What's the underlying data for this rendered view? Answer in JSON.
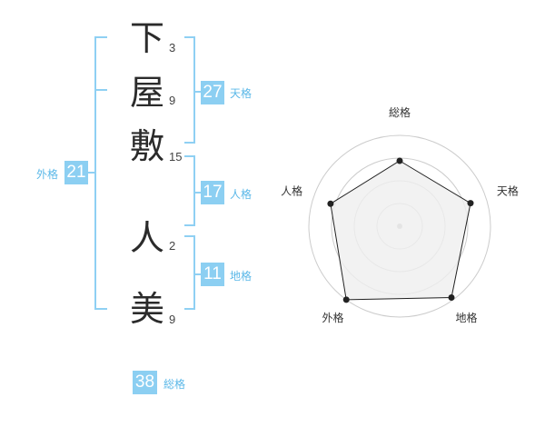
{
  "name": {
    "surname": [
      {
        "char": "下",
        "strokes": "3"
      },
      {
        "char": "屋",
        "strokes": "9"
      },
      {
        "char": "敷",
        "strokes": "15"
      }
    ],
    "given": [
      {
        "char": "人",
        "strokes": "2"
      },
      {
        "char": "美",
        "strokes": "9"
      }
    ]
  },
  "kaku": {
    "tenkaku": {
      "value": "27",
      "label": "天格"
    },
    "jinkaku": {
      "value": "17",
      "label": "人格"
    },
    "chikaku": {
      "value": "11",
      "label": "地格"
    },
    "gaikaku": {
      "value": "21",
      "label": "外格"
    },
    "soukaku": {
      "value": "38",
      "label": "総格"
    }
  },
  "radar": {
    "axes": [
      "総格",
      "天格",
      "地格",
      "外格",
      "人格"
    ],
    "values": [
      0.72,
      0.82,
      0.97,
      1.0,
      0.8
    ],
    "max": 1.0,
    "rings": 4,
    "colors": {
      "fill": "#efefef",
      "stroke": "#222222",
      "grid": "#cccccc",
      "center": "#bbbbbb"
    }
  }
}
